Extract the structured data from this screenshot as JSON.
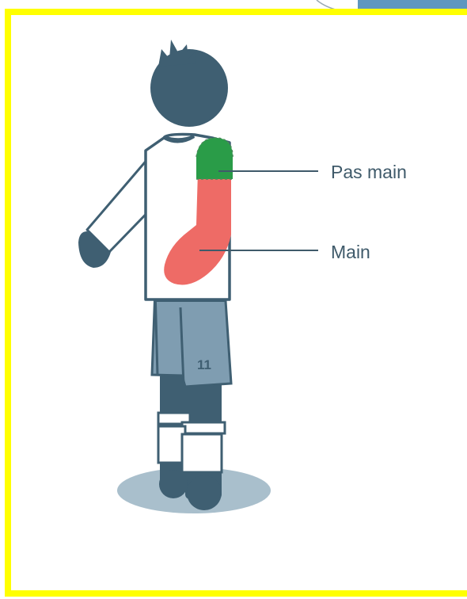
{
  "labels": {
    "pas_main": "Pas main",
    "main": "Main"
  },
  "jersey_number": "11",
  "colors": {
    "frame": "#ffff00",
    "figure_dark": "#3f5f72",
    "shorts": "#7f9db1",
    "shadow": "#a9bfcc",
    "not_hand_zone": "#2a9c48",
    "hand_zone": "#ee6b66",
    "label_text": "#3f5a6a"
  }
}
